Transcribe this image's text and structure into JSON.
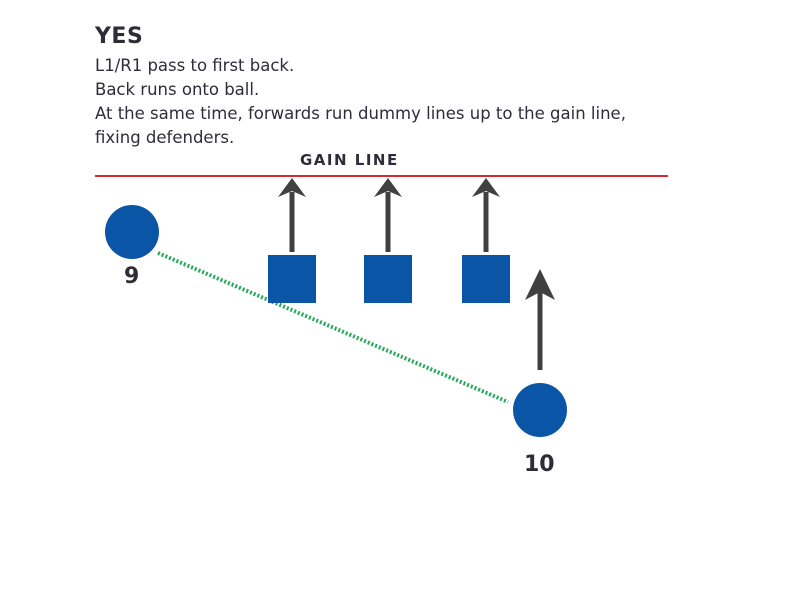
{
  "title": "YES",
  "description": [
    "L1/R1 pass to first back.",
    "Back runs onto ball.",
    "At the same time, forwards run dummy lines up to the gain line,",
    "fixing defenders."
  ],
  "gain_line": {
    "label": "GAIN LINE",
    "color": "#d42a2f"
  },
  "players": {
    "scrum_half": {
      "label": "9",
      "color": "#0b55a6"
    },
    "fly_half": {
      "label": "10",
      "color": "#0b55a6"
    },
    "forwards_count": 3,
    "forward_color": "#0b55a6"
  },
  "pass_line_color": "#27a85a",
  "arrow_color": "#404040"
}
